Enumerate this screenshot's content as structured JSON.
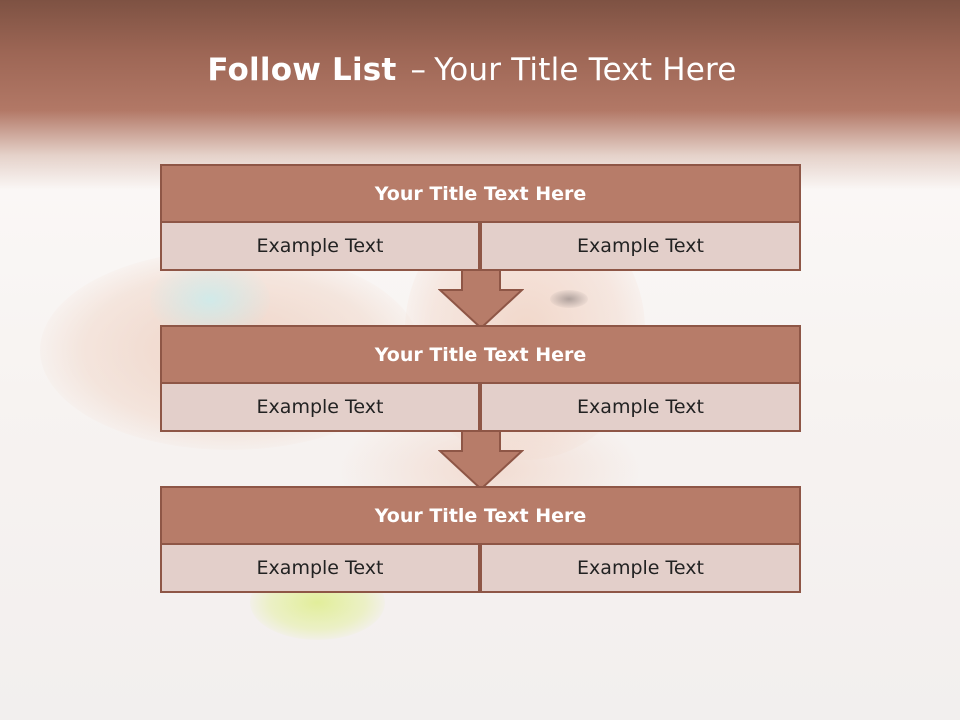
{
  "slide": {
    "title_bold": "Follow List",
    "title_separator": "–",
    "title_rest": "Your Title Text Here"
  },
  "blocks": [
    {
      "title": "Your Title Text Here",
      "left": "Example Text",
      "right": "Example Text"
    },
    {
      "title": "Your Title Text Here",
      "left": "Example Text",
      "right": "Example Text"
    },
    {
      "title": "Your Title Text Here",
      "left": "Example Text",
      "right": "Example Text"
    }
  ],
  "colors": {
    "header_dark": "#7e5243",
    "block_title_fill": "#b77c69",
    "block_cell_fill": "#e3cfca",
    "border": "#8e5646"
  }
}
